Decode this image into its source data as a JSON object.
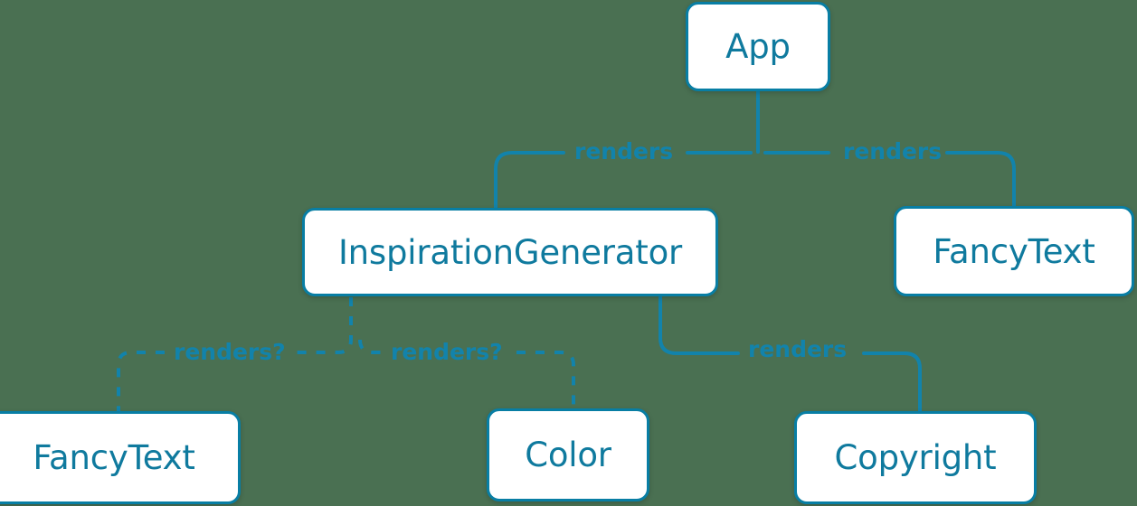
{
  "diagram": {
    "type": "component-tree",
    "background_color": "#4a7052",
    "node_fill": "#ffffff",
    "node_border_color": "#087ea4",
    "text_color": "#0f7a9e",
    "edge_color": "#1283ab",
    "nodes": [
      {
        "id": "app",
        "label": "App"
      },
      {
        "id": "inspiration-generator",
        "label": "InspirationGenerator"
      },
      {
        "id": "fancytext-right",
        "label": "FancyText"
      },
      {
        "id": "fancytext-bottom",
        "label": "FancyText"
      },
      {
        "id": "color",
        "label": "Color"
      },
      {
        "id": "copyright",
        "label": "Copyright"
      }
    ],
    "edges": [
      {
        "from": "app",
        "to": "inspiration-generator",
        "label": "renders",
        "style": "solid"
      },
      {
        "from": "app",
        "to": "fancytext-right",
        "label": "renders",
        "style": "solid"
      },
      {
        "from": "inspiration-generator",
        "to": "fancytext-bottom",
        "label": "renders?",
        "style": "dashed"
      },
      {
        "from": "inspiration-generator",
        "to": "color",
        "label": "renders?",
        "style": "dashed"
      },
      {
        "from": "inspiration-generator",
        "to": "copyright",
        "label": "renders",
        "style": "solid"
      }
    ]
  }
}
